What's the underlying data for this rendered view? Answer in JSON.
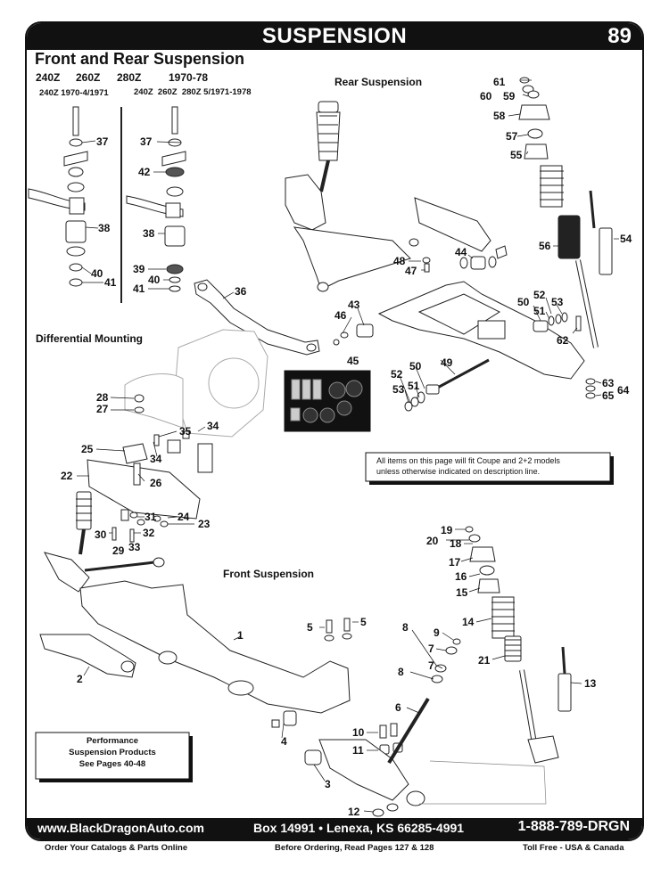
{
  "header": {
    "title": "SUSPENSION",
    "page_number": "89"
  },
  "section_title": "Front and Rear Suspension",
  "models": {
    "m1": "240Z",
    "m2": "260Z",
    "m3": "280Z",
    "years": "1970-78"
  },
  "sub_left": "240Z 1970-4/1971",
  "sub_right": "240Z  260Z  280Z 5/1971-1978",
  "headings": {
    "rear": "Rear Suspension",
    "differential": "Differential Mounting",
    "front": "Front Suspension"
  },
  "note": {
    "line1": "All items on this page will fit Coupe and 2+2 models",
    "line2": "unless otherwise indicated on description line."
  },
  "perf": {
    "line1": "Performance",
    "line2": "Suspension Products",
    "line3": "See Pages 40-48"
  },
  "footer": {
    "website": "www.BlackDragonAuto.com",
    "address": "Box 14991 • Lenexa, KS  66285-4991",
    "phone": "1-888-789-DRGN"
  },
  "subfooter": {
    "left": "Order Your Catalogs & Parts Online",
    "center": "Before Ordering, Read Pages 127 & 128",
    "right": "Toll Free - USA & Canada"
  },
  "callouts": {
    "n37a": "37",
    "n38a": "38",
    "n40a": "40",
    "n41a": "41",
    "n37b": "37",
    "n42": "42",
    "n38b": "38",
    "n39": "39",
    "n40b": "40",
    "n41b": "41",
    "n36": "36",
    "n61": "61",
    "n60": "60",
    "n59": "59",
    "n58": "58",
    "n57": "57",
    "n55": "55",
    "n56": "56",
    "n54": "54",
    "n44": "44",
    "n48": "48",
    "n47": "47",
    "n43": "43",
    "n46": "46",
    "n45": "45",
    "n50a": "50",
    "n52a": "52",
    "n53a": "53",
    "n51a": "51",
    "n62": "62",
    "n52b": "52",
    "n50b": "50",
    "n49": "49",
    "n51b": "51",
    "n53b": "53",
    "n63": "63",
    "n64": "64",
    "n65": "65",
    "n28": "28",
    "n27": "27",
    "n35": "35",
    "n34a": "34",
    "n25": "25",
    "n34b": "34",
    "n22": "22",
    "n26": "26",
    "n31": "31",
    "n24": "24",
    "n23": "23",
    "n30": "30",
    "n32": "32",
    "n29": "29",
    "n33": "33",
    "n19": "19",
    "n20": "20",
    "n18": "18",
    "n17": "17",
    "n16": "16",
    "n15": "15",
    "n14": "14",
    "n21": "21",
    "n13": "13",
    "n5a": "5",
    "n5b": "5",
    "n1": "1",
    "n2": "2",
    "n8a": "8",
    "n9": "9",
    "n7a": "7",
    "n7b": "7",
    "n8b": "8",
    "n6": "6",
    "n4": "4",
    "n10": "10",
    "n11": "11",
    "n3": "3",
    "n12": "12"
  }
}
